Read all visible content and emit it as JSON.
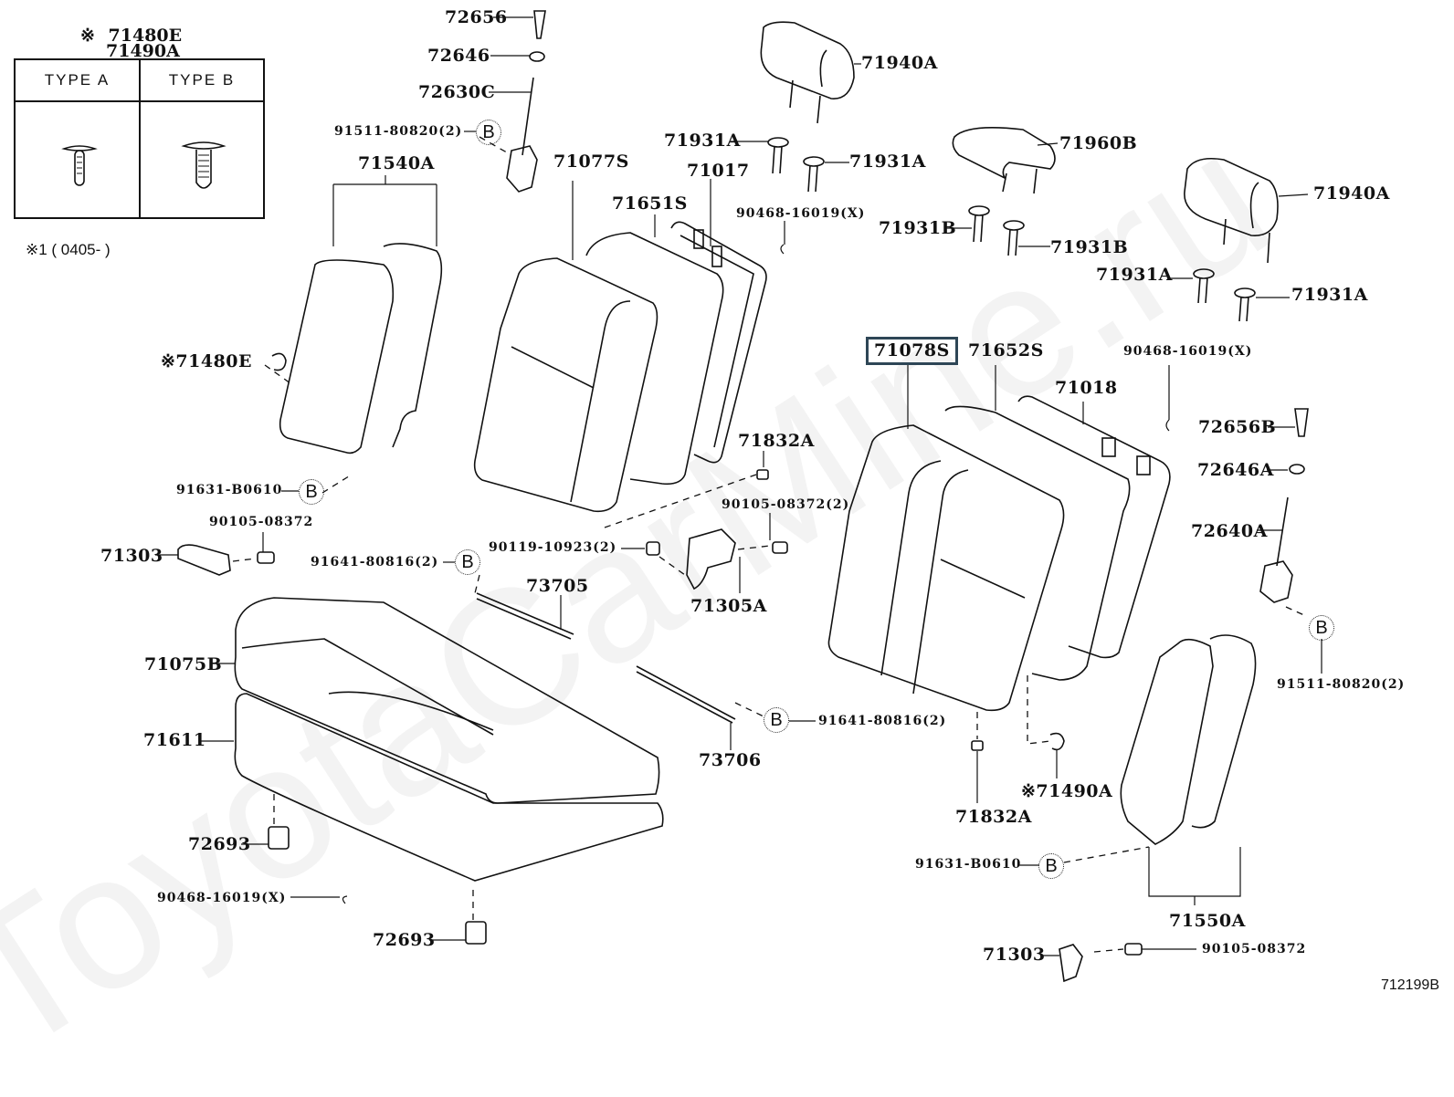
{
  "diagram": {
    "title": "Rear Seat Assembly Parts Diagram",
    "watermark": "ToyotaCarMine.ru",
    "figure_code": "712199B",
    "highlighted_part": "71078S",
    "legend": {
      "marker": "※",
      "part_numbers": [
        "71480E",
        "71490A"
      ],
      "types": [
        {
          "label": "TYPE  A",
          "icon": "clip-type-a-icon"
        },
        {
          "label": "TYPE  B",
          "icon": "clip-type-b-icon"
        }
      ],
      "note": "※1  ( 0405-        )"
    },
    "circle_marker": "B",
    "labels": [
      {
        "id": "p72656",
        "text": "72656"
      },
      {
        "id": "p72646",
        "text": "72646"
      },
      {
        "id": "p72630C",
        "text": "72630C"
      },
      {
        "id": "p91511_l",
        "text": "91511-80820(2)"
      },
      {
        "id": "p71540A",
        "text": "71540A"
      },
      {
        "id": "p71077S",
        "text": "71077S"
      },
      {
        "id": "p71940A_l",
        "text": "71940A"
      },
      {
        "id": "p71931A_1",
        "text": "71931A"
      },
      {
        "id": "p71931A_2",
        "text": "71931A"
      },
      {
        "id": "p71017",
        "text": "71017"
      },
      {
        "id": "p71651S",
        "text": "71651S"
      },
      {
        "id": "p90468_top",
        "text": "90468-16019(X)"
      },
      {
        "id": "p71960B",
        "text": "71960B"
      },
      {
        "id": "p71931B_1",
        "text": "71931B"
      },
      {
        "id": "p71931B_2",
        "text": "71931B"
      },
      {
        "id": "p71940A_r",
        "text": "71940A"
      },
      {
        "id": "p71931A_3",
        "text": "71931A"
      },
      {
        "id": "p71931A_4",
        "text": "71931A"
      },
      {
        "id": "p71480E",
        "text": "※71480E"
      },
      {
        "id": "p71078S",
        "text": "71078S"
      },
      {
        "id": "p71652S",
        "text": "71652S"
      },
      {
        "id": "p90468_right",
        "text": "90468-16019(X)"
      },
      {
        "id": "p71018",
        "text": "71018"
      },
      {
        "id": "p72656B",
        "text": "72656B"
      },
      {
        "id": "p72646A",
        "text": "72646A"
      },
      {
        "id": "p72640A",
        "text": "72640A"
      },
      {
        "id": "p91631_l",
        "text": "91631-B0610"
      },
      {
        "id": "p71832A_1",
        "text": "71832A"
      },
      {
        "id": "p90105_l",
        "text": "90105-08372"
      },
      {
        "id": "p90105_c",
        "text": "90105-08372(2)"
      },
      {
        "id": "p71303_l",
        "text": "71303"
      },
      {
        "id": "p91641_l",
        "text": "91641-80816(2)"
      },
      {
        "id": "p90119",
        "text": "90119-10923(2)"
      },
      {
        "id": "p73705",
        "text": "73705"
      },
      {
        "id": "p71305A",
        "text": "71305A"
      },
      {
        "id": "p91511_r",
        "text": "91511-80820(2)"
      },
      {
        "id": "p71075B",
        "text": "71075B"
      },
      {
        "id": "p71611",
        "text": "71611"
      },
      {
        "id": "p91641_r",
        "text": "91641-80816(2)"
      },
      {
        "id": "p73706",
        "text": "73706"
      },
      {
        "id": "p71832A_2",
        "text": "71832A"
      },
      {
        "id": "p71490A",
        "text": "※71490A"
      },
      {
        "id": "p72693_1",
        "text": "72693"
      },
      {
        "id": "p91631_r",
        "text": "91631-B0610"
      },
      {
        "id": "p71550A",
        "text": "71550A"
      },
      {
        "id": "p90468_bottom",
        "text": "90468-16019(X)"
      },
      {
        "id": "p72693_2",
        "text": "72693"
      },
      {
        "id": "p71303_r",
        "text": "71303"
      },
      {
        "id": "p90105_r",
        "text": "90105-08372"
      }
    ]
  }
}
